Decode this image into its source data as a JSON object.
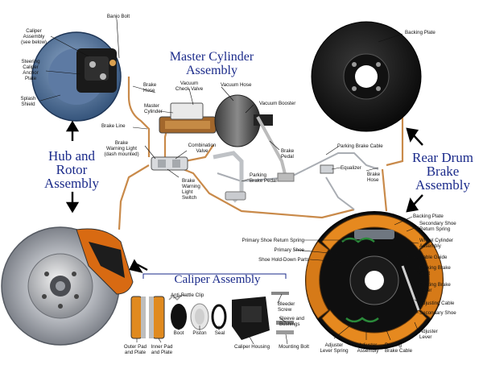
{
  "sections": {
    "master_cylinder": "Master Cylinder\nAssembly",
    "hub_rotor": "Hub and\nRotor\nAssembly",
    "rear_drum": "Rear Drum\nBrake\nAssembly",
    "caliper": "Caliper Assembly"
  },
  "labels": {
    "caliper_assembly_see_below": "Caliper\nAssembly\n(see below)",
    "steering_caliper_anchor_plate": "Steering\nCaliper\nAnchor\nPlate",
    "splash_shield": "Splash\nShield",
    "banjo_bolt": "Banjo Bolt",
    "brake_hose_front": "Brake\nHose",
    "master_cylinder": "Master\nCylinder",
    "vacuum_check_valve": "Vacuum\nCheck Valve",
    "vacuum_hose": "Vacuum Hose",
    "vacuum_booster": "Vacuum Booster",
    "brake_line": "Brake Line",
    "brake_warning_light": "Brake\nWarning Light\n(dash mounted)",
    "combination_valve": "Combination\nValve",
    "brake_warning_light_switch": "Brake\nWarning\nLight\nSwitch",
    "brake_pedal": "Brake\nPedal",
    "parking_brake_pedal": "Parking\nBrake Pedal",
    "parking_brake_cable_top": "Parking Brake Cable",
    "equalizer": "Equalizer",
    "brake_hose_rear": "Brake\nHose",
    "backing_plate_top": "Backing Plate",
    "backing_plate": "Backing Plate",
    "secondary_shoe_return_spring": "Secondary Shoe\nReturn Spring",
    "wheel_cylinder_assembly": "Wheel Cylinder\nAssembly",
    "cable_guide": "Cable Guide",
    "parking_brake_strut": "Parking Brake\nStrut",
    "parking_brake_lever": "Parking Brake\nLever",
    "adjusting_cable": "Adjusting Cable",
    "secondary_shoe": "Secondary Shoe",
    "adjuster_lever": "Adjuster\nLever",
    "primary_shoe_return_spring": "Primary Shoe Return Spring",
    "primary_shoe": "Primary Shoe",
    "shoe_hold_down_parts": "Shoe Hold-Down Parts",
    "adjuster_lever_spring": "Adjuster\nLever Spring",
    "adjuster_assembly": "Adjuster\nAssembly",
    "parking_brake_cable_bottom": "Parking\nBrake Cable",
    "anti_rattle_clip": "Anti-Rattle Clip",
    "bleeder_screw": "Bleeder\nScrew",
    "sleeve_and_bushings": "Sleeve and\nBushings",
    "outer_pad_and_plate": "Outer Pad\nand Plate",
    "inner_pad_and_plate": "Inner Pad\nand Plate",
    "boot": "Boot",
    "piston": "Piston",
    "seal": "Seal",
    "caliper_housing": "Caliper Housing",
    "mounting_bolt": "Mounting Bolt"
  }
}
